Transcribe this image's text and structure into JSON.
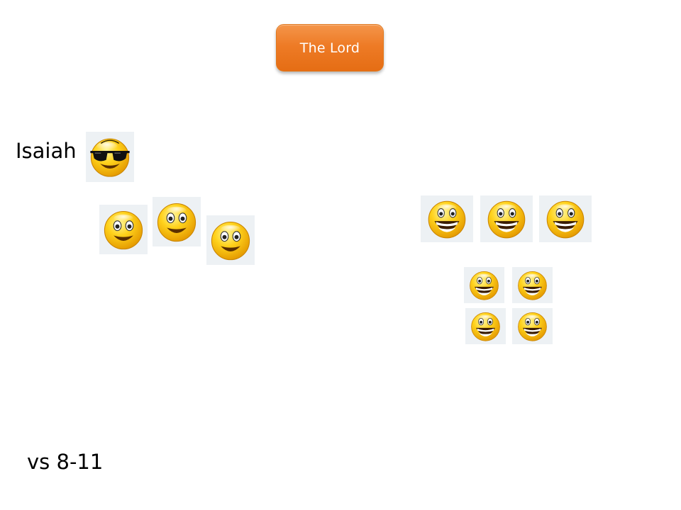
{
  "slide": {
    "title_button": "The Lord",
    "isaiah_label": "Isaiah",
    "verse_label": "vs 8-11"
  },
  "icons": {
    "isaiah": "cool-sunglasses-smiley-icon",
    "left_group": "smiling-smiley-icon",
    "right_group": "grinning-smiley-icon"
  },
  "colors": {
    "button_orange": "#ee7b26",
    "smiley_yellow": "#f5b800",
    "tile_background": "#edf1f4",
    "text": "#000000"
  }
}
